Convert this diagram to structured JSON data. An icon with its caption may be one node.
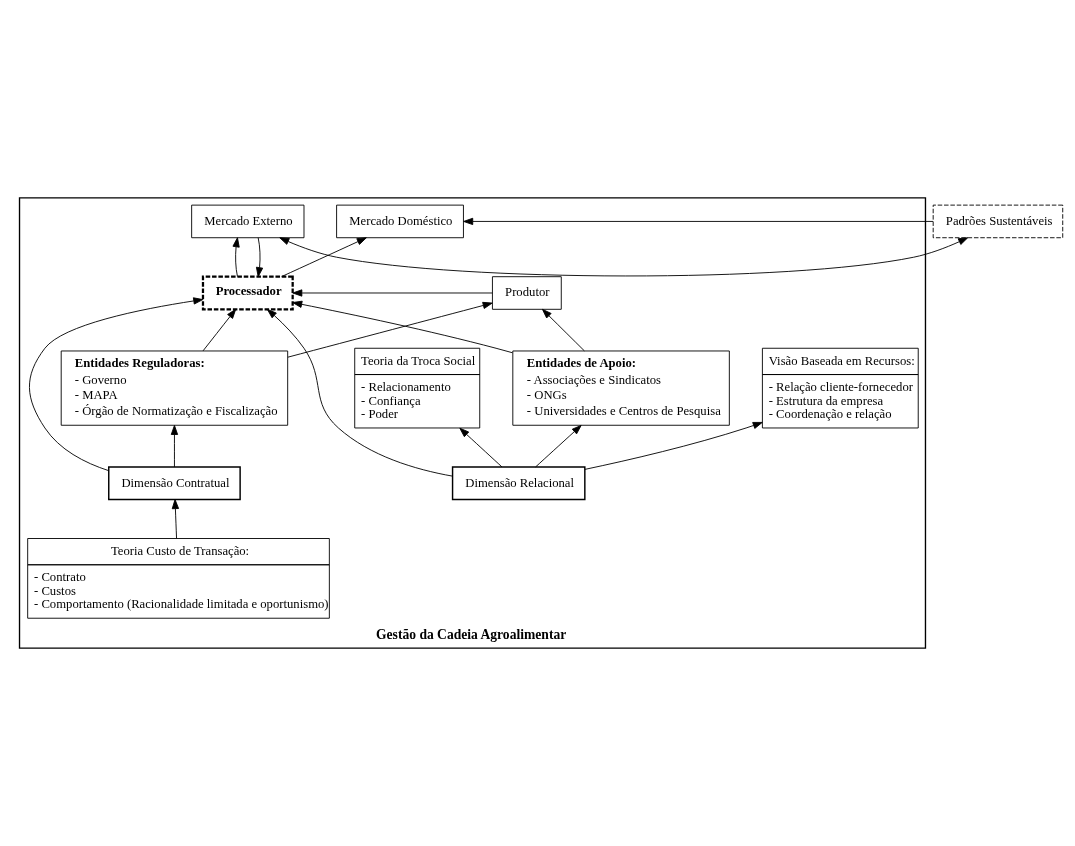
{
  "diagram": {
    "nodes": [
      {
        "text": [
          "Gestão da Cadeia Agroalimentar"
        ]
      },
      {
        "text": [
          "Produtor"
        ],
        "in": 0
      },
      {
        "text": [
          "Processador"
        ],
        "in": 0
      },
      {
        "text": [
          "Mercado Externo"
        ],
        "in": 0
      },
      {
        "text": [
          "Mercado Doméstico"
        ],
        "in": 0
      },
      {
        "text": [
          "Padrões Sustentáveis"
        ]
      },
      {
        "text": [
          "Entidades Reguladoras:",
          "- Governo",
          "- MAPA",
          "- Órgão de Normatização e Fiscalização"
        ],
        "in": 0
      },
      {
        "text": [
          "Entidades de Apoio:",
          "- Associações e Sindicatos",
          "- ONGs",
          "- Universidades e Centros de Pesquisa"
        ],
        "in": 0
      },
      {
        "text": [
          "Dimensão Contratual"
        ],
        "in": 0
      },
      {
        "text": [
          "Dimensão Relacional"
        ],
        "in": 0
      },
      {
        "text": [
          "Teoria Custo de Transação:",
          "- Contrato",
          "- Custos",
          "- Comportamento (Racionalidade limitada e oportunismo)"
        ],
        "in": 0
      },
      {
        "text": [
          "Visão Baseada em Recursos:",
          "- Relação cliente-fornecedor",
          "- Estrutura da empresa",
          "- Coordenação e relação"
        ],
        "in": 0
      },
      {
        "text": [
          "Teoria da Troca Social",
          "- Relacionamento",
          "- Confiança",
          "- Poder"
        ],
        "in": 0
      }
    ],
    "edges": [
      {
        "from": 1,
        "to": 2,
        "arrow": "to"
      },
      {
        "from": 3,
        "to": 2,
        "arrow": "to"
      },
      {
        "from": 2,
        "to": 3,
        "arrow": "to"
      },
      {
        "from": 2,
        "to": 4,
        "arrow": "to"
      },
      {
        "from": 5,
        "to": 3,
        "arrow": "both"
      },
      {
        "from": 5,
        "to": 4,
        "arrow": "to"
      },
      {
        "from": 6,
        "to": 1,
        "arrow": "to"
      },
      {
        "from": 6,
        "to": 2,
        "arrow": "to"
      },
      {
        "from": 7,
        "to": 2,
        "arrow": "to"
      },
      {
        "from": 7,
        "to": 1,
        "arrow": "to"
      },
      {
        "from": 8,
        "to": 6,
        "arrow": "to"
      },
      {
        "from": 8,
        "to": 2,
        "arrow": "to"
      },
      {
        "from": 9,
        "to": 7,
        "arrow": "to"
      },
      {
        "from": 9,
        "to": 2,
        "arrow": "to"
      },
      {
        "from": 9,
        "to": 11,
        "arrow": "to"
      },
      {
        "from": 9,
        "to": 12,
        "arrow": "to"
      },
      {
        "from": 10,
        "to": 8,
        "arrow": "to"
      }
    ]
  }
}
